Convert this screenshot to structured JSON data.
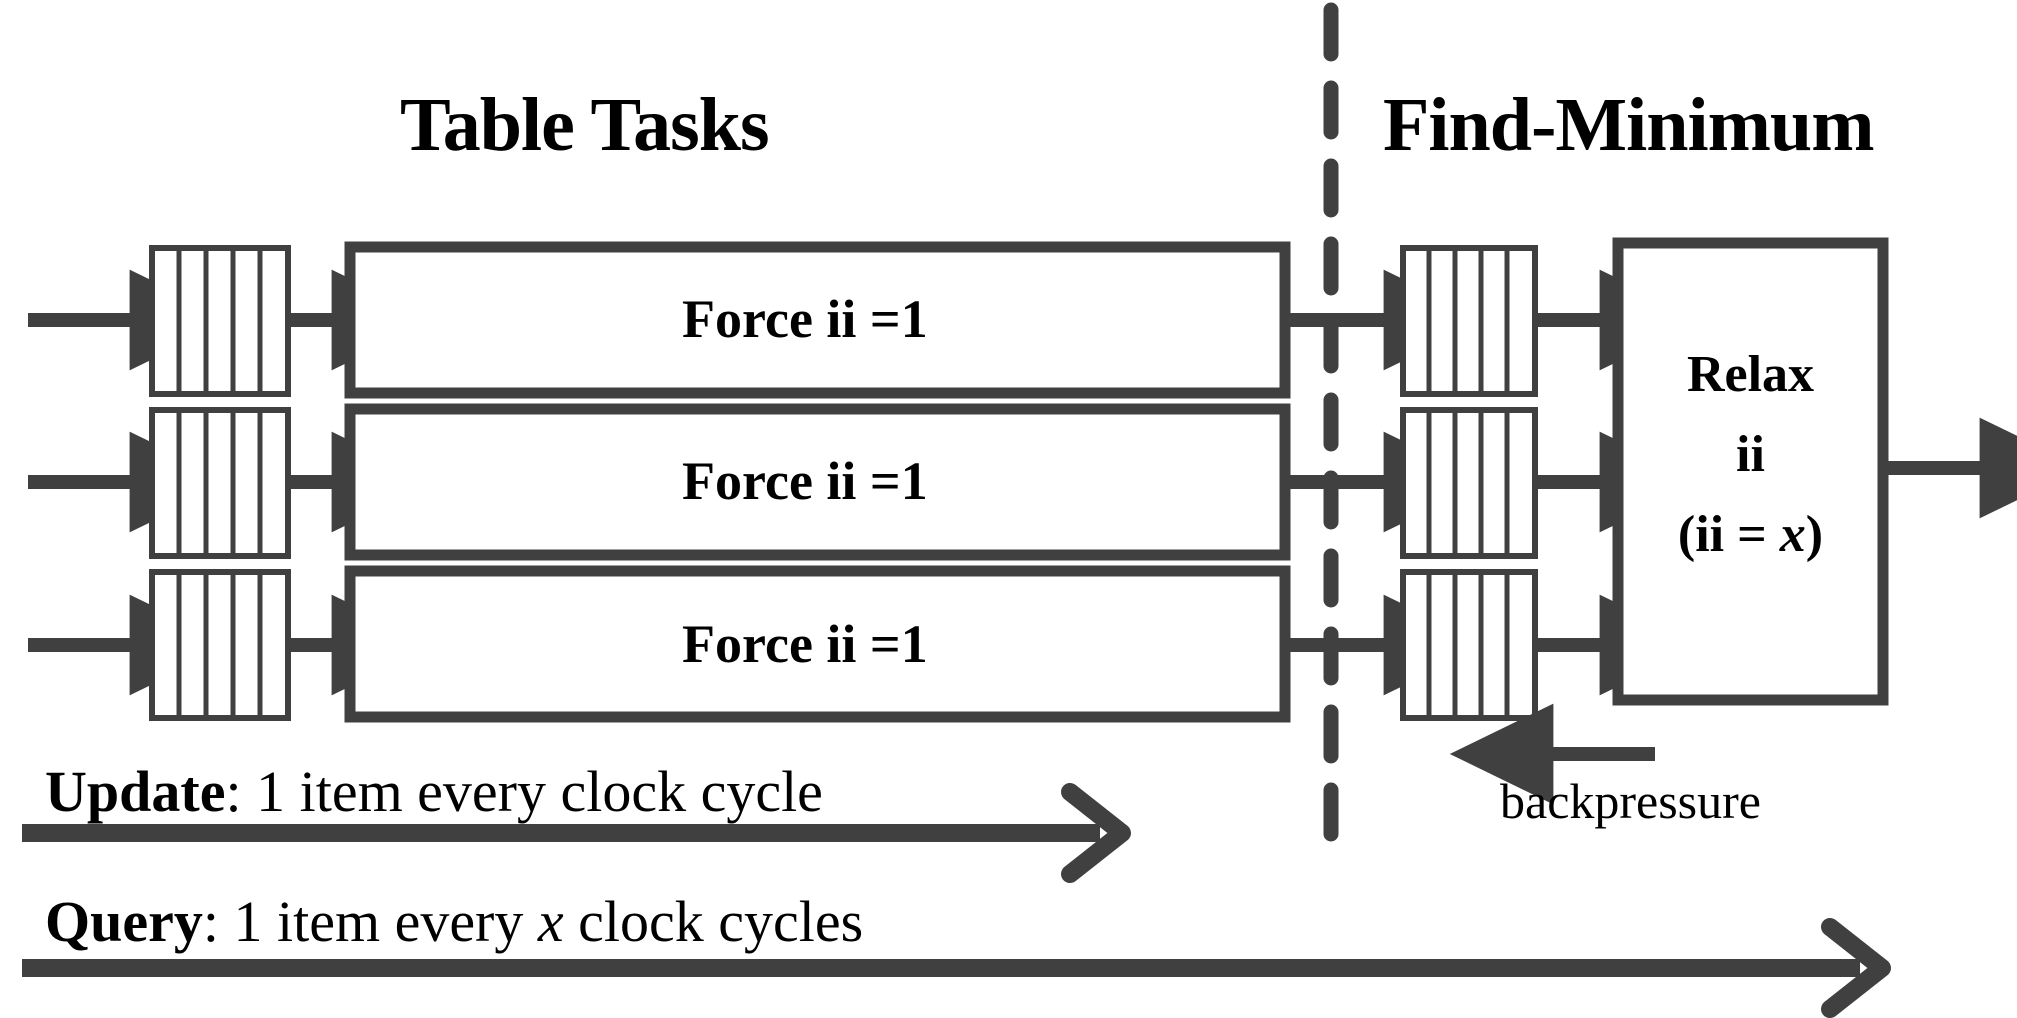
{
  "figure": {
    "title_left": "Table Tasks",
    "title_right": "Find-Minimum",
    "divider": "vertical-dashed-separator",
    "stroke_color": "#404040",
    "text_color": "#000000",
    "background": "#ffffff"
  },
  "pipeline_rows": [
    {
      "input_queue": "fifo-queue",
      "stage_label": "Force ii =1",
      "output_queue": "fifo-queue"
    },
    {
      "input_queue": "fifo-queue",
      "stage_label": "Force ii =1",
      "output_queue": "fifo-queue"
    },
    {
      "input_queue": "fifo-queue",
      "stage_label": "Force ii =1",
      "output_queue": "fifo-queue"
    }
  ],
  "relax_block": {
    "line1": "Relax",
    "line2": "ii",
    "line3_prefix": "(ii = ",
    "line3_var": "x",
    "line3_suffix": ")"
  },
  "backpressure": {
    "label": "backpressure",
    "direction": "right-to-left"
  },
  "legend": [
    {
      "name_bold": "Update",
      "sep": ": ",
      "text_a": "1 item every clock cycle",
      "var": "",
      "text_b": ""
    },
    {
      "name_bold": "Query",
      "sep": ": ",
      "text_a": "1 item every ",
      "var": "x",
      "text_b": " clock cycles"
    }
  ],
  "queue_cells": 5
}
